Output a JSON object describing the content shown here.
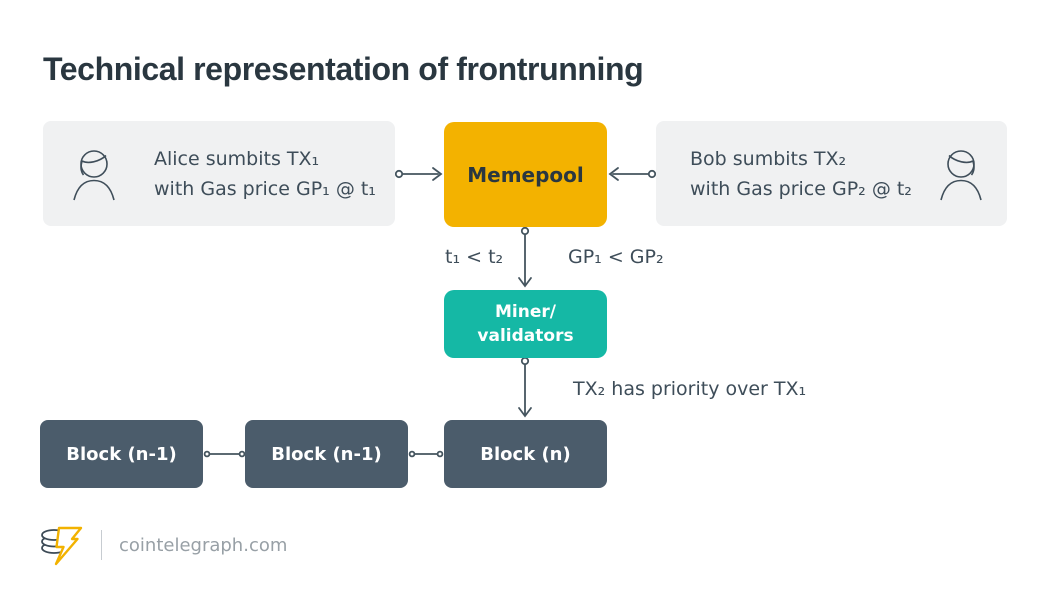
{
  "title": "Technical representation of frontrunning",
  "colors": {
    "memepool": "#F3B200",
    "miner": "#15B8A5",
    "block": "#4B5C6B",
    "card": "#F0F1F2",
    "ink": "#3E4D59",
    "title_ink": "#2A3740",
    "line": "#45555F",
    "footer_text": "#98A0A6",
    "logo_accent": "#F2B200"
  },
  "icons": {
    "alice": "person-icon",
    "bob": "person-icon",
    "logo": "cointelegraph-logo"
  },
  "cards": {
    "alice": {
      "line1": "Alice sumbits TX₁",
      "line2": "with Gas price GP₁ @ t₁"
    },
    "bob": {
      "line1": "Bob sumbits TX₂",
      "line2": "with Gas price GP₂ @ t₂"
    }
  },
  "nodes": {
    "memepool": {
      "label": "Memepool"
    },
    "miner": {
      "line1": "Miner/",
      "line2": "validators"
    },
    "blocks": [
      {
        "label": "Block (n-1)"
      },
      {
        "label": "Block (n-1)"
      },
      {
        "label": "Block (n)"
      }
    ]
  },
  "edge_labels": {
    "time": "t₁ < t₂",
    "gas": "GP₁ < GP₂",
    "priority": "TX₂ has priority over TX₁"
  },
  "footer": {
    "site": "cointelegraph.com"
  }
}
